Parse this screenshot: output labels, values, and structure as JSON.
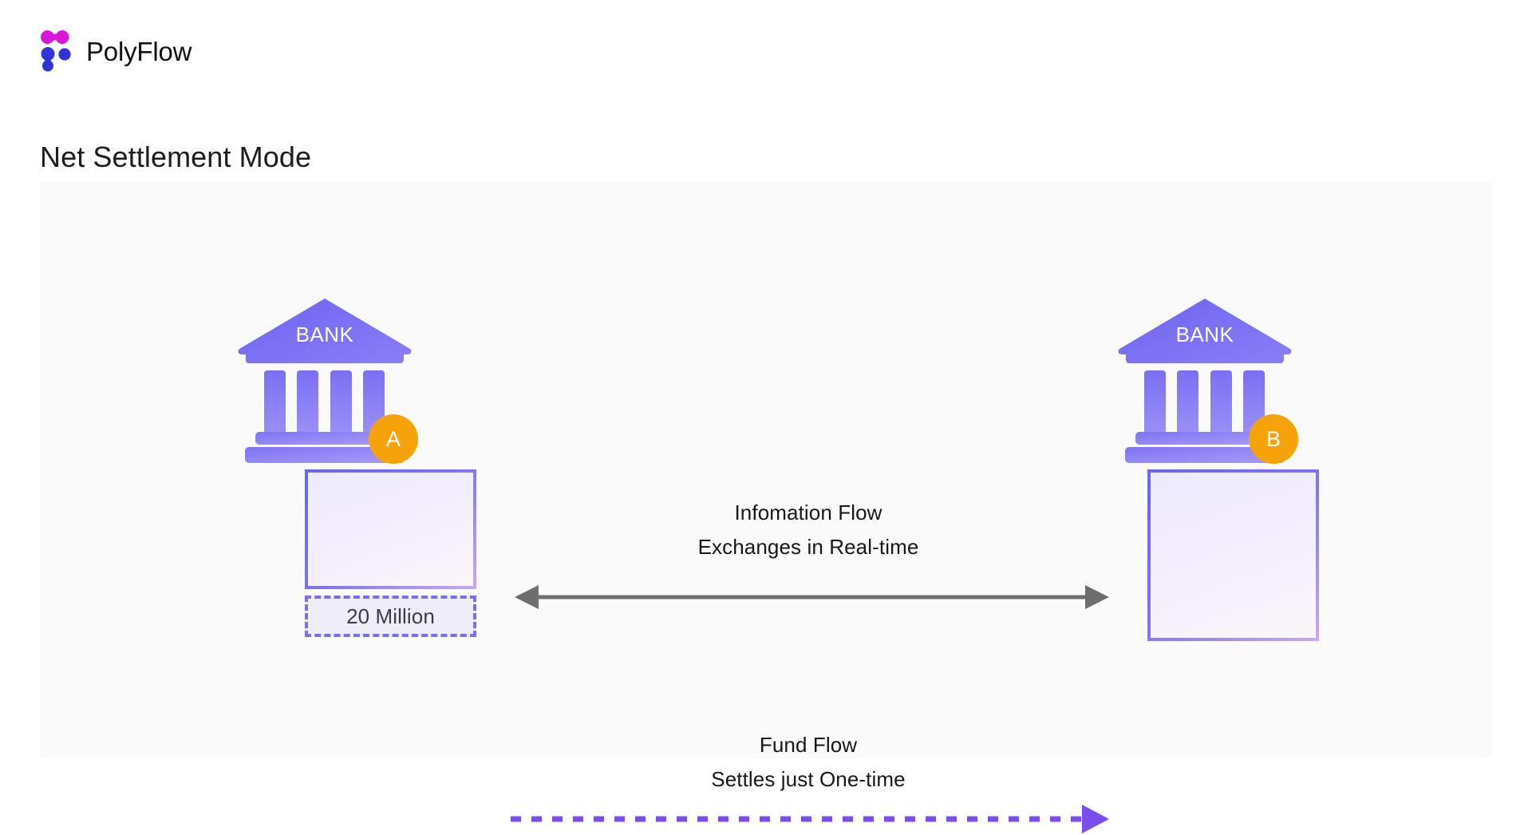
{
  "brand": {
    "name": "PolyFlow",
    "logo_icon": "polyflow-dots-logo",
    "logo_colors": {
      "top": "#d916d9",
      "bottom": "#2f35d8"
    }
  },
  "page": {
    "title": "Net Settlement Mode",
    "background": "#ffffff",
    "canvas_background": "#fafafa"
  },
  "diagram": {
    "banks": [
      {
        "label": "BANK",
        "badge": "A",
        "badge_color": "#f5a308",
        "side": "left"
      },
      {
        "label": "BANK",
        "badge": "B",
        "badge_color": "#f5a308",
        "side": "right"
      }
    ],
    "flows": [
      {
        "id": "information-flow",
        "title": "Infomation Flow",
        "subtitle": "Exchanges in Real-time",
        "arrow_style": "solid",
        "arrow_direction": "bidirectional",
        "arrow_color": "#6e6e6e"
      },
      {
        "id": "fund-flow",
        "title": "Fund Flow",
        "subtitle": "Settles just One-time",
        "arrow_style": "dashed",
        "arrow_direction": "right",
        "arrow_color": "#7b4dec"
      }
    ],
    "boxes": [
      {
        "id": "left-ledger-box",
        "amount_label": "20 Million",
        "border_color": "#6d63f0"
      },
      {
        "id": "right-ledger-box",
        "amount_label": "",
        "border_color": "#6d63f0"
      }
    ]
  }
}
